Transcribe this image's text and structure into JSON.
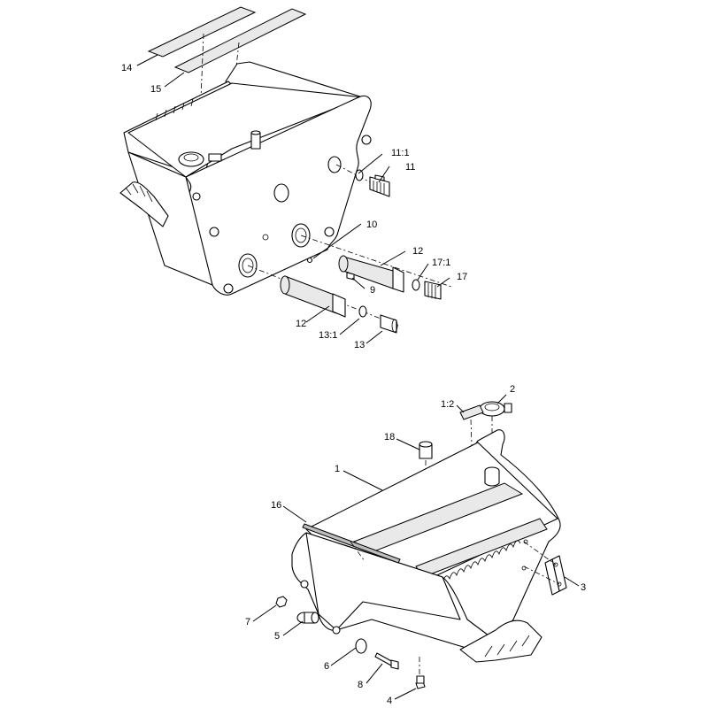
{
  "callouts": {
    "c14": "14",
    "c15": "15",
    "c11_1": "11:1",
    "c11": "11",
    "c10": "10",
    "c12a": "12",
    "c17_1": "17:1",
    "c17": "17",
    "c9": "9",
    "c12b": "12",
    "c13_1": "13:1",
    "c13": "13",
    "c2": "2",
    "c1_2": "1:2",
    "c18": "18",
    "c1": "1",
    "c16": "16",
    "c3": "3",
    "c7": "7",
    "c5": "5",
    "c6": "6",
    "c8": "8",
    "c4": "4"
  }
}
